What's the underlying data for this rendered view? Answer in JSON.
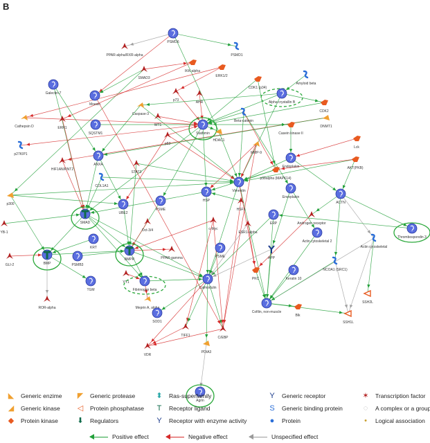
{
  "panel_label": "B",
  "nodes": [
    {
      "id": "psmd6",
      "label": "PSMD6",
      "type": "protein"
    },
    {
      "id": "ppar_rxr",
      "label": "PPAR-alpha/RXR-alpha",
      "type": "tf"
    },
    {
      "id": "psmd1",
      "label": "PSMD1",
      "type": "binding"
    },
    {
      "id": "smad3",
      "label": "SMAD3",
      "type": "tf"
    },
    {
      "id": "ikka",
      "label": "IKK-alpha",
      "type": "kinase"
    },
    {
      "id": "erk12",
      "label": "ERK1/2",
      "type": "kinase"
    },
    {
      "id": "amyloid",
      "label": "Amyloid beta",
      "type": "binding"
    },
    {
      "id": "galectin7",
      "label": "Galectin-7",
      "type": "protein"
    },
    {
      "id": "moesin",
      "label": "Moesin",
      "type": "protein"
    },
    {
      "id": "cdk1",
      "label": "CDK1 (p34)",
      "type": "kinase"
    },
    {
      "id": "p73",
      "label": "p73",
      "type": "tf"
    },
    {
      "id": "ahr",
      "label": "AHR",
      "type": "tf"
    },
    {
      "id": "cryab",
      "label": "Alpha crystallin B",
      "type": "protein",
      "circled": true,
      "dashed": true
    },
    {
      "id": "cdk2",
      "label": "CDK2",
      "type": "kinase"
    },
    {
      "id": "cathepsinD",
      "label": "Cathepsin D",
      "type": "protease"
    },
    {
      "id": "err1",
      "label": "ERR1",
      "type": "tf"
    },
    {
      "id": "caspase3",
      "label": "Caspase-3",
      "type": "protease"
    },
    {
      "id": "betacat",
      "label": "Beta-catenin",
      "type": "binding"
    },
    {
      "id": "dnmt1",
      "label": "DNMT1",
      "type": "enzyme"
    },
    {
      "id": "sqstm1",
      "label": "SQSTM1",
      "type": "protein"
    },
    {
      "id": "wt1",
      "label": "WT1",
      "type": "tf"
    },
    {
      "id": "stathmin",
      "label": "Stathmin",
      "type": "protein",
      "circled": true
    },
    {
      "id": "ck2",
      "label": "Casein kinase II",
      "type": "kinase"
    },
    {
      "id": "lck",
      "label": "Lck",
      "type": "kinase"
    },
    {
      "id": "p27",
      "label": "p27KIP1",
      "type": "binding"
    },
    {
      "id": "p53",
      "label": "p53",
      "type": "tf"
    },
    {
      "id": "hdac1",
      "label": "HDAC1",
      "type": "enzyme"
    },
    {
      "id": "mmp9",
      "label": "MMP-9",
      "type": "protease"
    },
    {
      "id": "endoplakin",
      "label": "Endoplakin",
      "type": "protein"
    },
    {
      "id": "akt",
      "label": "AKT(PKB)",
      "type": "kinase"
    },
    {
      "id": "annexin",
      "label": "ANXA",
      "type": "protein"
    },
    {
      "id": "hif1an",
      "label": "HIF1AN/RNT2",
      "type": "tf"
    },
    {
      "id": "stat3",
      "label": "STAT3",
      "type": "tf"
    },
    {
      "id": "p38",
      "label": "p38alpha (MAPK14)",
      "type": "kinase"
    },
    {
      "id": "col1a1",
      "label": "COL1A1",
      "type": "binding"
    },
    {
      "id": "vimentin",
      "label": "Vimentin",
      "type": "protein"
    },
    {
      "id": "envoplakin",
      "label": "Envoplakin",
      "type": "protein"
    },
    {
      "id": "p300",
      "label": "p300",
      "type": "enzyme"
    },
    {
      "id": "ube2",
      "label": "UBE2",
      "type": "protein"
    },
    {
      "id": "psme",
      "label": "PSME",
      "type": "protein"
    },
    {
      "id": "hsp",
      "label": "HSP",
      "type": "protein"
    },
    {
      "id": "hsf1",
      "label": "HSF1",
      "type": "tf"
    },
    {
      "id": "actn",
      "label": "ACTN",
      "type": "protein"
    },
    {
      "id": "yb1",
      "label": "YB-1",
      "type": "tf"
    },
    {
      "id": "smad",
      "label": "SMAD",
      "type": "regulator",
      "circled": true
    },
    {
      "id": "rhox",
      "label": "ERP",
      "type": "protein"
    },
    {
      "id": "ar",
      "label": "Androgen receptor",
      "type": "tf"
    },
    {
      "id": "thbs3",
      "label": "Thrombospondin 3",
      "type": "protein",
      "circled": true
    },
    {
      "id": "oct3",
      "label": "Oct-3/4",
      "type": "tf"
    },
    {
      "id": "cmyc",
      "label": "c-Myc",
      "type": "tf"
    },
    {
      "id": "esr",
      "label": "ESR1-alpha",
      "type": "tf"
    },
    {
      "id": "actinc2",
      "label": "Actin cytoskeletal 2",
      "type": "protein"
    },
    {
      "id": "krt",
      "label": "KRT",
      "type": "protein"
    },
    {
      "id": "actinc",
      "label": "Actin cytoskeletal",
      "type": "binding"
    },
    {
      "id": "gli2",
      "label": "GLI-2",
      "type": "tf"
    },
    {
      "id": "bmp",
      "label": "BMP",
      "type": "regulator",
      "circled": true
    },
    {
      "id": "psmb",
      "label": "PSMB3",
      "type": "protein"
    },
    {
      "id": "bmpr",
      "label": "BMPR",
      "type": "regulator",
      "circled": true
    },
    {
      "id": "pparg",
      "label": "PPAR-gamma",
      "type": "tf"
    },
    {
      "id": "psme2",
      "label": "PSME",
      "type": "protein"
    },
    {
      "id": "app",
      "label": "APP",
      "type": "receptor"
    },
    {
      "id": "ncoa1",
      "label": "NCOA1 (SRC1)",
      "type": "binding"
    },
    {
      "id": "yy1",
      "label": "YY1",
      "type": "tf"
    },
    {
      "id": "fgb",
      "label": "Fibrinogen beta",
      "type": "protein",
      "circled": true,
      "dashed": true
    },
    {
      "id": "calmodulin",
      "label": "Calmodulin",
      "type": "protein"
    },
    {
      "id": "pkc",
      "label": "PKC",
      "type": "kinase"
    },
    {
      "id": "keratin10",
      "label": "Keratin 10",
      "type": "protein"
    },
    {
      "id": "ssh2l",
      "label": "SSH2L",
      "type": "phosphatase"
    },
    {
      "id": "tgm",
      "label": "TGM",
      "type": "protein"
    },
    {
      "id": "rora",
      "label": "ROR-alpha",
      "type": "tf"
    },
    {
      "id": "mep1a",
      "label": "Meprin A, alpha",
      "type": "protease"
    },
    {
      "id": "cofilin",
      "label": "Cofilin, non-muscle",
      "type": "protein"
    },
    {
      "id": "blk",
      "label": "Blk",
      "type": "kinase"
    },
    {
      "id": "ssh1l",
      "label": "SSH1L",
      "type": "phosphatase"
    },
    {
      "id": "sod1",
      "label": "SOD1",
      "type": "protein"
    },
    {
      "id": "tiff1",
      "label": "TIFF1",
      "type": "tf"
    },
    {
      "id": "cebp",
      "label": "C/EBP",
      "type": "tf"
    },
    {
      "id": "vdr",
      "label": "VDR",
      "type": "tf"
    },
    {
      "id": "pdia3",
      "label": "PDIA3",
      "type": "enzyme"
    },
    {
      "id": "agrn",
      "label": "Agrin",
      "type": "protein",
      "circled": true
    }
  ],
  "legend": {
    "items": [
      {
        "label": "Generic enzime",
        "sym": "enzyme"
      },
      {
        "label": "Generic protease",
        "sym": "protease"
      },
      {
        "label": "Ras-superfamily",
        "sym": "ras"
      },
      {
        "label": "Generic receptor",
        "sym": "receptor"
      },
      {
        "label": "Transcription factor",
        "sym": "tf"
      },
      {
        "label": "Generic kinase",
        "sym": "gkinase"
      },
      {
        "label": "Protein phosphatase",
        "sym": "phosphatase"
      },
      {
        "label": "Receptor ligand",
        "sym": "ligand"
      },
      {
        "label": "Generic binding protein",
        "sym": "binding"
      },
      {
        "label": "A complex or a group",
        "sym": "complex"
      },
      {
        "label": "Protein kinase",
        "sym": "kinase"
      },
      {
        "label": "Regulators",
        "sym": "regulator"
      },
      {
        "label": "Receptor with enzyme activity",
        "sym": "renzyme"
      },
      {
        "label": "Protein",
        "sym": "protein"
      },
      {
        "label": "Logical association",
        "sym": "logical"
      }
    ],
    "arrows": [
      {
        "label": "Positive effect",
        "color": "#22a03a"
      },
      {
        "label": "Negative effect",
        "color": "#d62a2a"
      },
      {
        "label": "Unspecified effect",
        "color": "#9a9a9a"
      }
    ]
  },
  "colors": {
    "positive": "#22a03a",
    "negative": "#d62a2a",
    "unspecified": "#a0a0a0",
    "protein_fill": "#5a6ee0",
    "enzyme": "#f0a030",
    "kinase": "#e85a20",
    "tf": "#b22020",
    "binding": "#2a6ed8",
    "highlight": "#2aa83a"
  }
}
